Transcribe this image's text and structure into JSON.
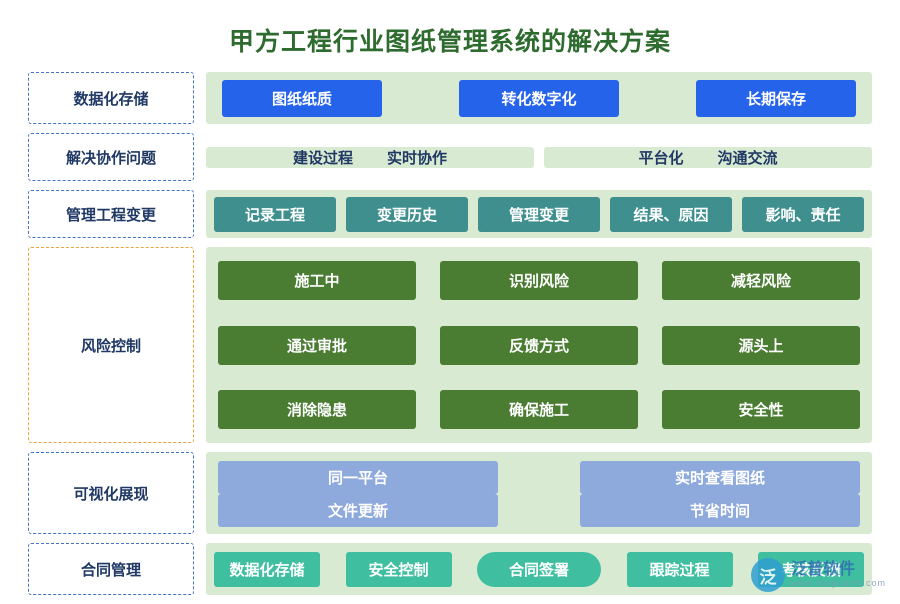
{
  "title": "甲方工程行业图纸管理系统的解决方案",
  "rows": {
    "storage": {
      "label": "数据化存储",
      "items": [
        "图纸纸质",
        "转化数字化",
        "长期保存"
      ]
    },
    "collaboration": {
      "label": "解决协作问题",
      "group1": [
        "建设过程",
        "实时协作"
      ],
      "group2": [
        "平台化",
        "沟通交流"
      ]
    },
    "change": {
      "label": "管理工程变更",
      "items": [
        "记录工程",
        "变更历史",
        "管理变更",
        "结果、原因",
        "影响、责任"
      ]
    },
    "risk": {
      "label": "风险控制",
      "line1": [
        "施工中",
        "识别风险",
        "减轻风险"
      ],
      "line2": [
        "通过审批",
        "反馈方式",
        "源头上"
      ],
      "line3": [
        "消除隐患",
        "确保施工",
        "安全性"
      ]
    },
    "visualization": {
      "label": "可视化展现",
      "line1": [
        "同一平台",
        "实时查看图纸"
      ],
      "line2": [
        "文件更新",
        "节省时间"
      ]
    },
    "contract": {
      "label": "合同管理",
      "items": [
        "数据化存储",
        "安全控制",
        "合同签署",
        "跟踪过程",
        "考核反馈"
      ]
    }
  },
  "watermark": {
    "mark": "泛",
    "name": "泛普软件",
    "sub": "www.fanpusoft.com"
  },
  "colors": {
    "title": "#2e6b2e",
    "panel": "#d9ead3",
    "blue": "#2563eb",
    "teal": "#3f8f8f",
    "green": "#4a7c32",
    "periwinkle": "#8ea9db",
    "mint": "#3fbfa0",
    "label_border": "#4472c4",
    "label_border_orange": "#e8a33d",
    "label_text": "#1f3864"
  }
}
